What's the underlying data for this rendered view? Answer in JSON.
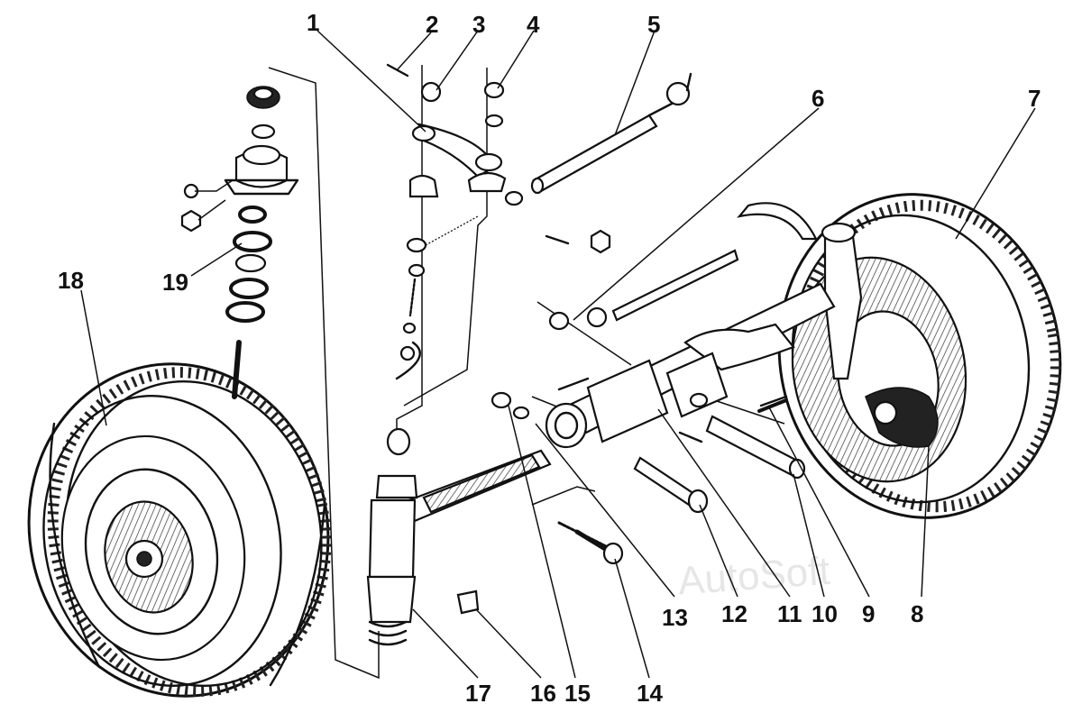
{
  "callouts": [
    {
      "id": "1",
      "label": "1"
    },
    {
      "id": "2",
      "label": "2"
    },
    {
      "id": "3",
      "label": "3"
    },
    {
      "id": "4",
      "label": "4"
    },
    {
      "id": "5",
      "label": "5"
    },
    {
      "id": "6",
      "label": "6"
    },
    {
      "id": "7",
      "label": "7"
    },
    {
      "id": "8",
      "label": "8"
    },
    {
      "id": "9",
      "label": "9"
    },
    {
      "id": "10",
      "label": "10"
    },
    {
      "id": "11",
      "label": "11"
    },
    {
      "id": "12",
      "label": "12"
    },
    {
      "id": "13",
      "label": "13"
    },
    {
      "id": "14",
      "label": "14"
    },
    {
      "id": "15",
      "label": "15"
    },
    {
      "id": "16",
      "label": "16"
    },
    {
      "id": "17",
      "label": "17"
    },
    {
      "id": "18",
      "label": "18"
    },
    {
      "id": "19",
      "label": "19"
    }
  ],
  "watermark": "AutoSoft"
}
